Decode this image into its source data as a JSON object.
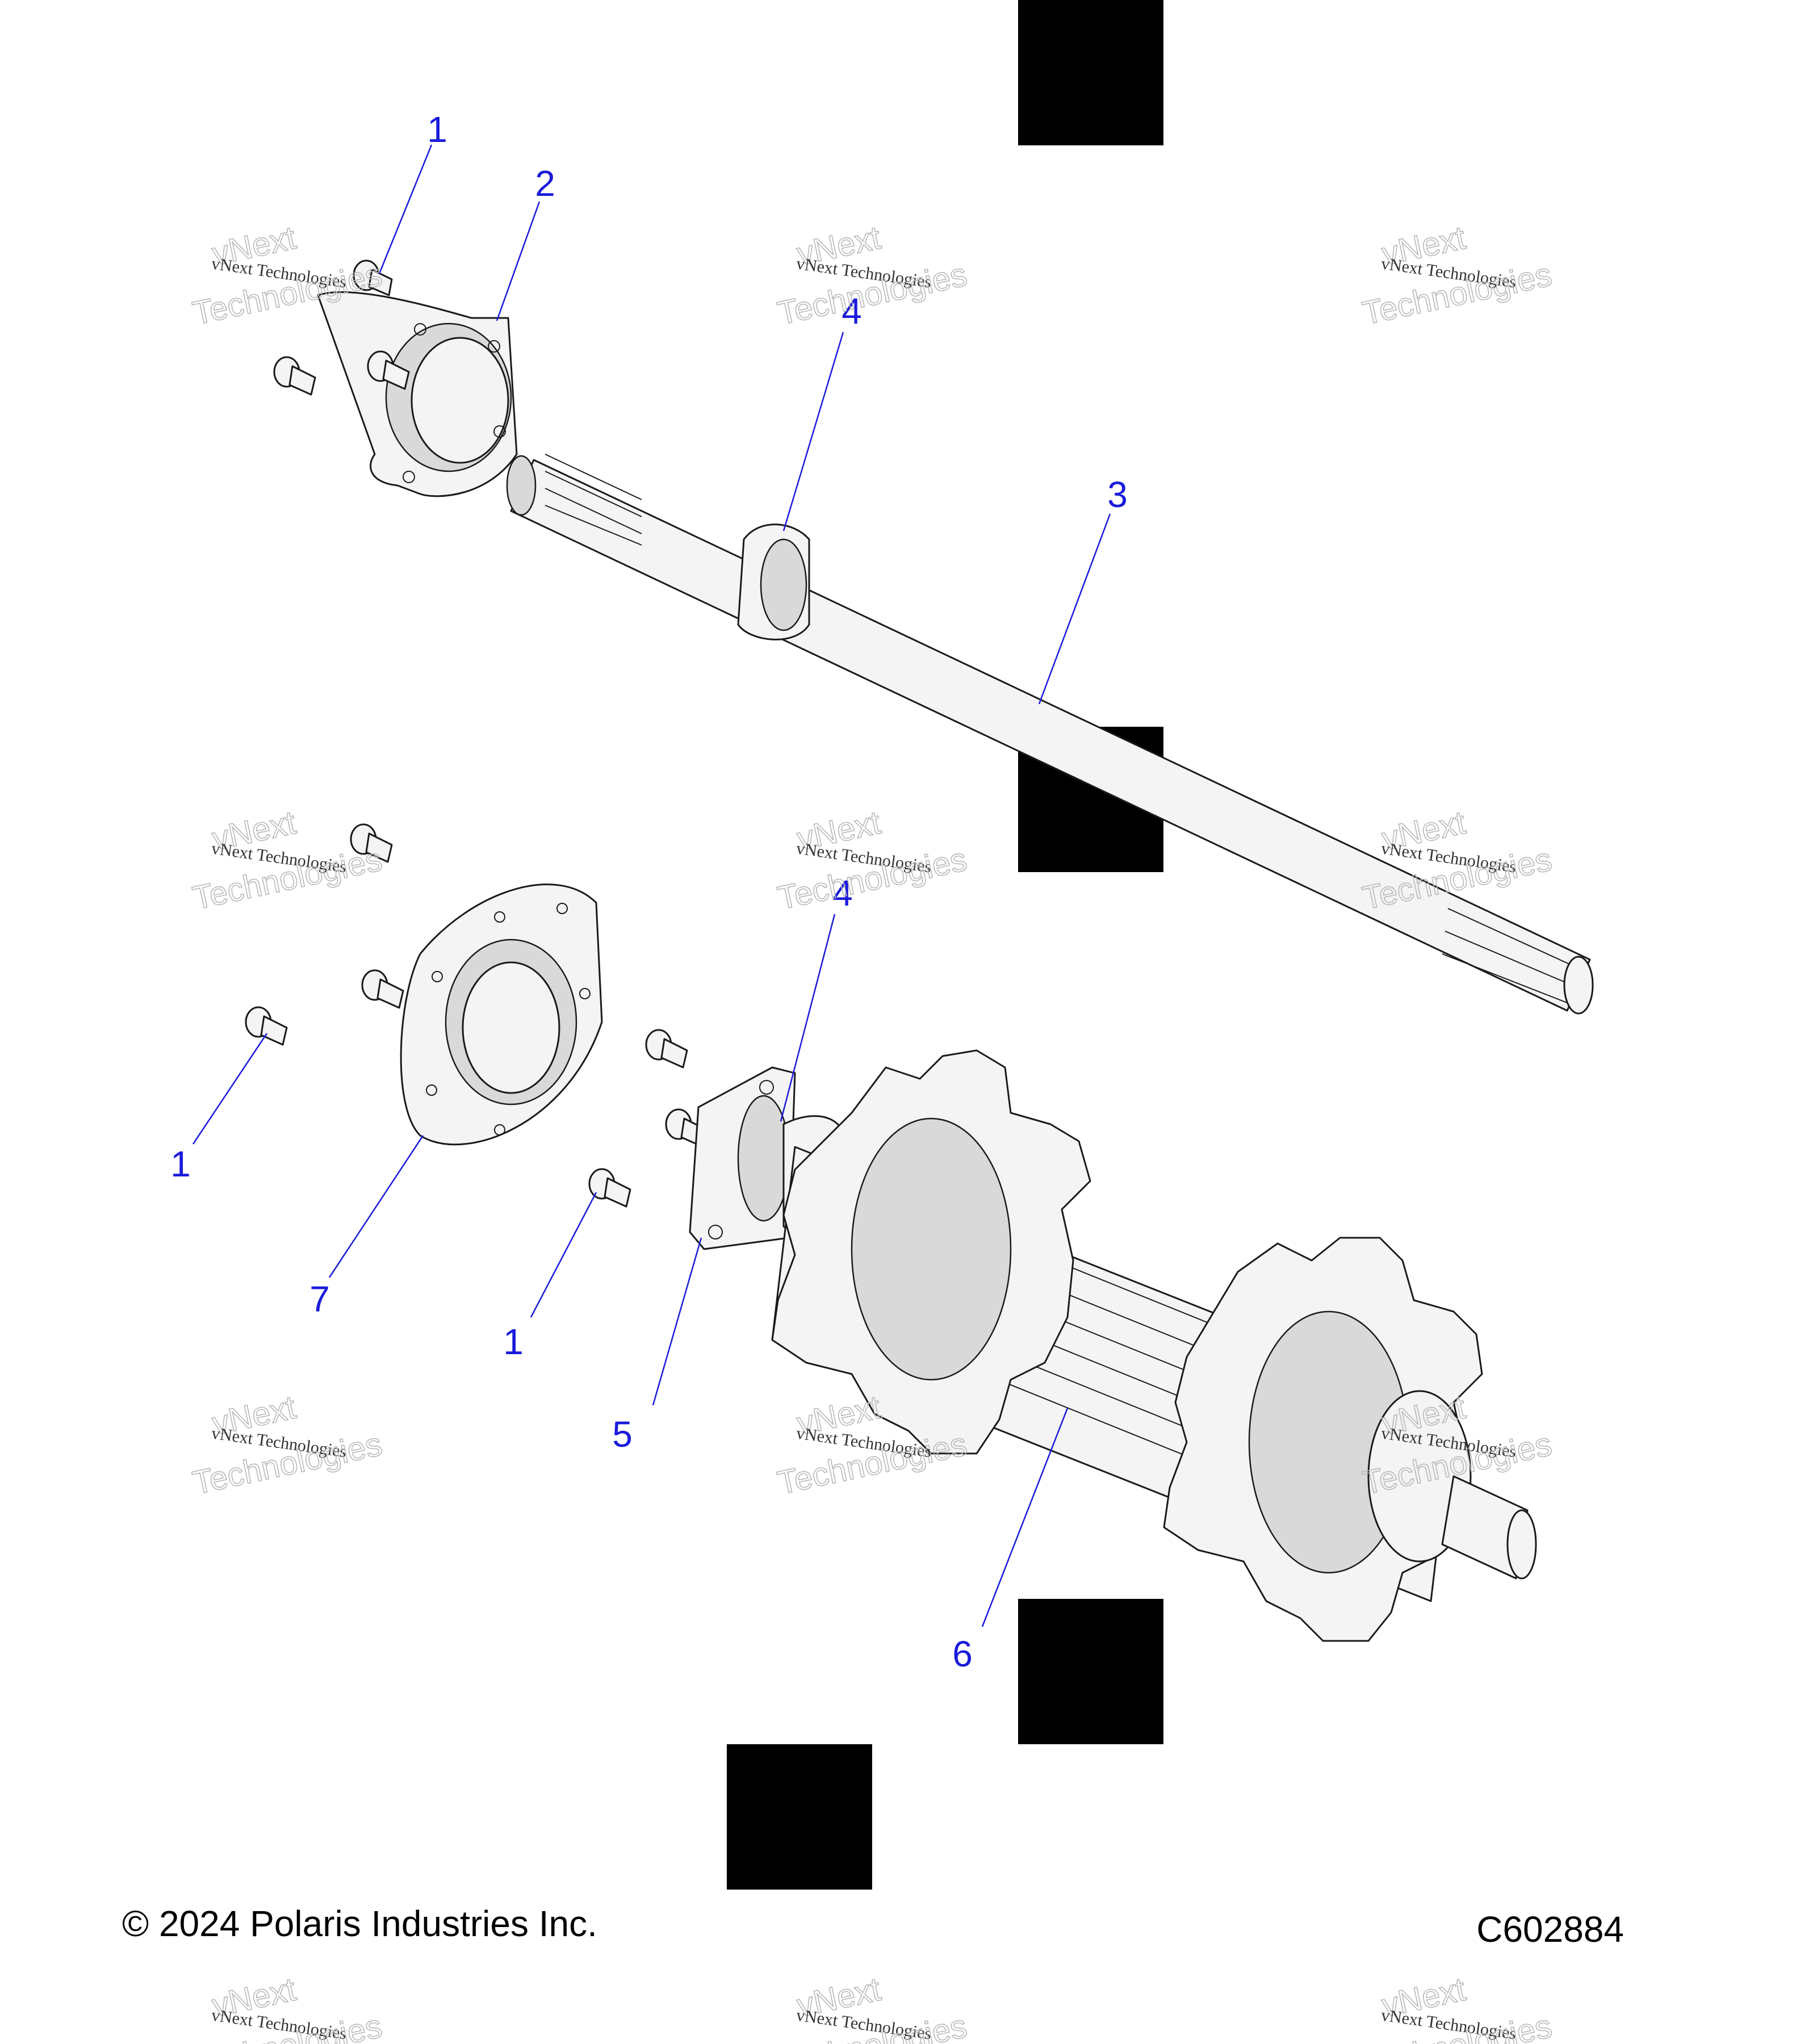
{
  "diagram": {
    "callouts": [
      {
        "id": "c1a",
        "text": "1"
      },
      {
        "id": "c2",
        "text": "2"
      },
      {
        "id": "c4a",
        "text": "4"
      },
      {
        "id": "c3",
        "text": "3"
      },
      {
        "id": "c4b",
        "text": "4"
      },
      {
        "id": "c1b",
        "text": "1"
      },
      {
        "id": "c7",
        "text": "7"
      },
      {
        "id": "c1c",
        "text": "1"
      },
      {
        "id": "c5",
        "text": "5"
      },
      {
        "id": "c6",
        "text": "6"
      }
    ],
    "copyright": "© 2024 Polaris Industries Inc.",
    "drawing_code": "C602884",
    "watermark": {
      "line1": "vNext Technologies",
      "line2": "vNext",
      "line3": "Technologies"
    }
  }
}
